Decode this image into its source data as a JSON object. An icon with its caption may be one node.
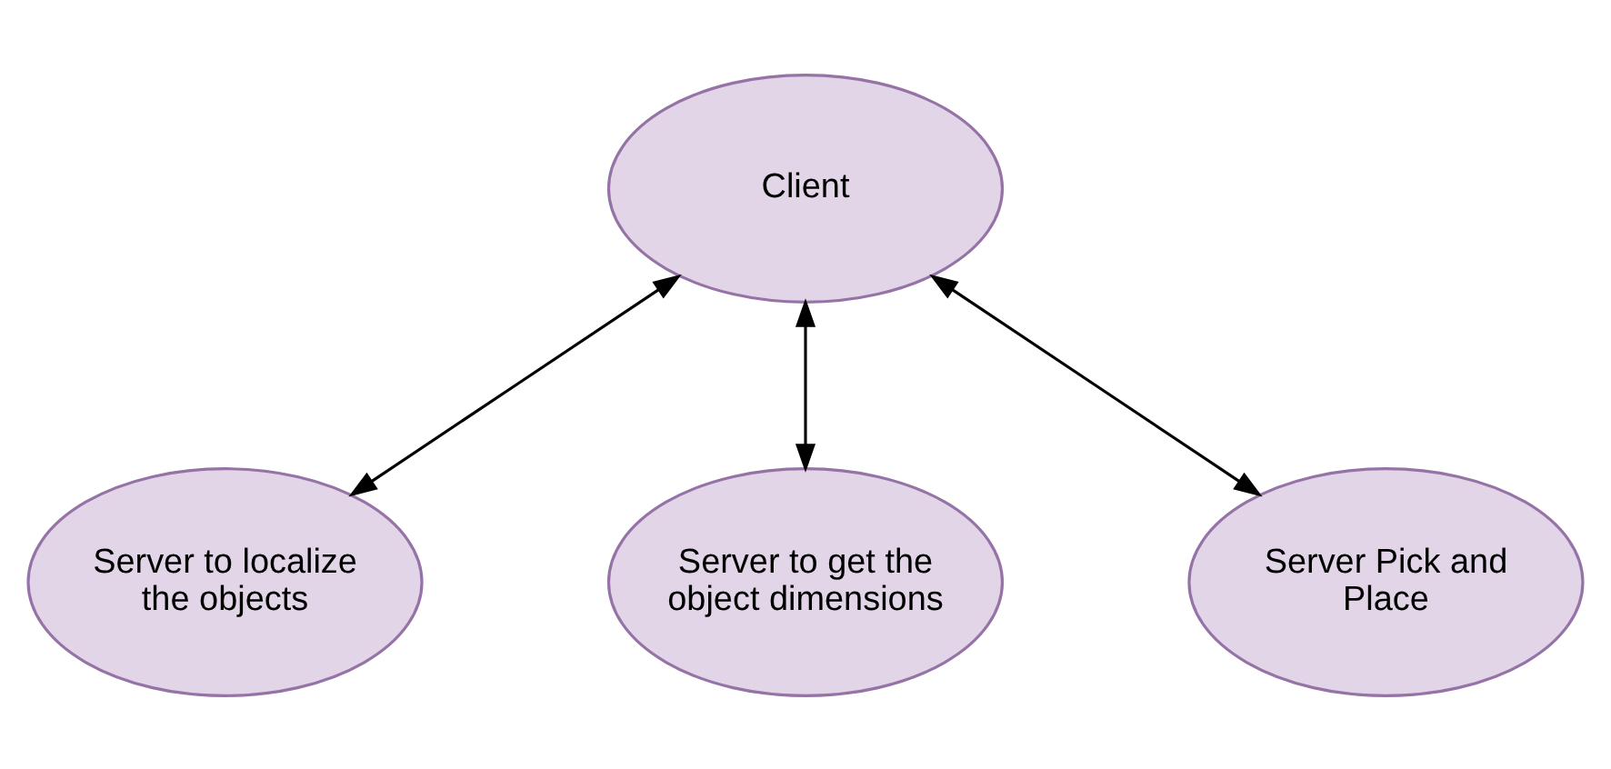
{
  "diagram": {
    "nodes": [
      {
        "text": [
          "Client"
        ]
      },
      {
        "text": [
          "Server to localize the objects"
        ]
      },
      {
        "text": [
          "Server to get the object dimensions"
        ]
      },
      {
        "text": [
          "Server Pick and Place"
        ]
      }
    ],
    "edges": [
      {
        "from": 0,
        "to": 1,
        "arrow": "both"
      },
      {
        "from": 0,
        "to": 2,
        "arrow": "both"
      },
      {
        "from": 0,
        "to": 3,
        "arrow": "both"
      }
    ]
  }
}
